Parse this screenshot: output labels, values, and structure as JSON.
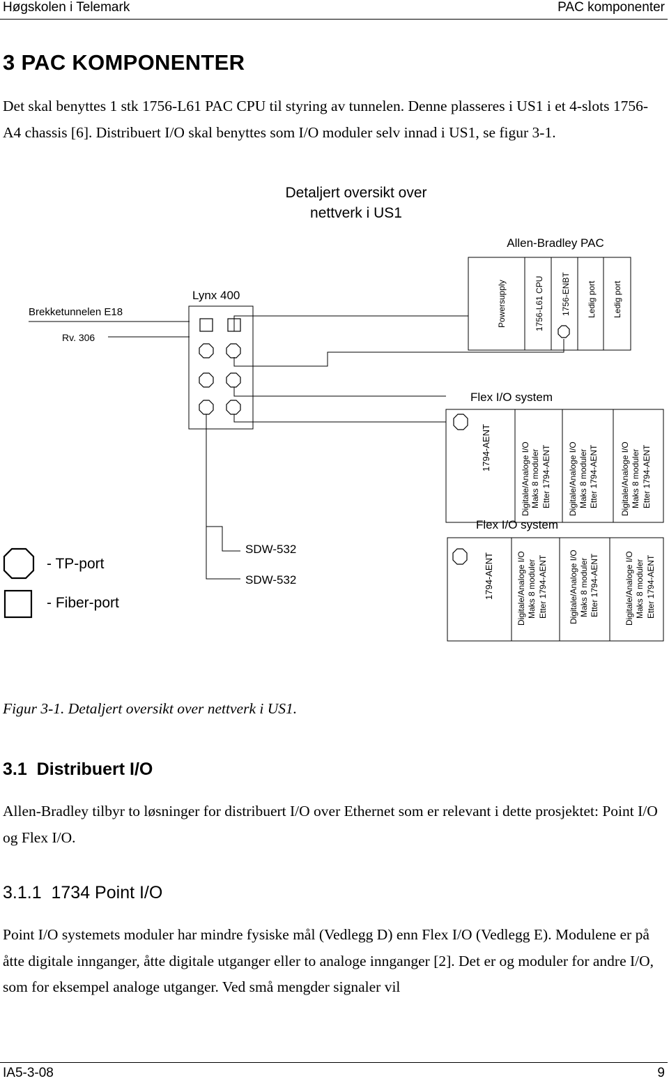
{
  "header": {
    "left": "Høgskolen i Telemark",
    "right": "PAC komponenter"
  },
  "section": {
    "title": "3 PAC KOMPONENTER",
    "intro": "Det skal benyttes 1 stk 1756-L61 PAC CPU til styring av tunnelen. Denne plasseres i US1 i et 4-slots 1756-A4 chassis [6]. Distribuert I/O skal benyttes som I/O moduler selv innad i US1, se figur 3-1."
  },
  "figure": {
    "title_line1": "Detaljert oversikt over",
    "title_line2": "nettverk i US1",
    "tunnel_label": "Brekketunnelen E18",
    "rv_label": "Rv. 306",
    "switch_label": "Lynx 400",
    "pac_label": "Allen-Bradley PAC",
    "pac_slots": [
      "Powersupply",
      "1756-L61 CPU",
      "1756-ENBT",
      "Ledig port",
      "Ledig port"
    ],
    "flex1_label": "Flex I/O system",
    "flex2_label": "Flex I/O system",
    "flex_adapter": "1794-AENT",
    "flex_module_lines": [
      "Digitale/Analoge I/O",
      "Maks 8 moduler",
      "Etter 1794-AENT"
    ],
    "sdw1": "SDW-532",
    "sdw2": "SDW-532",
    "legend_tp": "- TP-port",
    "legend_fiber": "- Fiber-port",
    "caption": "Figur 3-1. Detaljert oversikt over nettverk i US1."
  },
  "subsection": {
    "title": "3.1  Distribuert I/O",
    "text": "Allen-Bradley tilbyr to løsninger for distribuert I/O over Ethernet som er relevant i dette prosjektet: Point I/O og Flex I/O."
  },
  "subsubsection": {
    "title": "3.1.1  1734 Point I/O",
    "text": "Point I/O systemets moduler har mindre fysiske mål (Vedlegg D) enn Flex I/O (Vedlegg E). Modulene er på åtte digitale innganger, åtte digitale utganger eller to analoge innganger [2]. Det er og moduler for andre I/O, som for eksempel analoge utganger. Ved små mengder signaler vil"
  },
  "footer": {
    "left": "IA5-3-08",
    "right": "9"
  }
}
